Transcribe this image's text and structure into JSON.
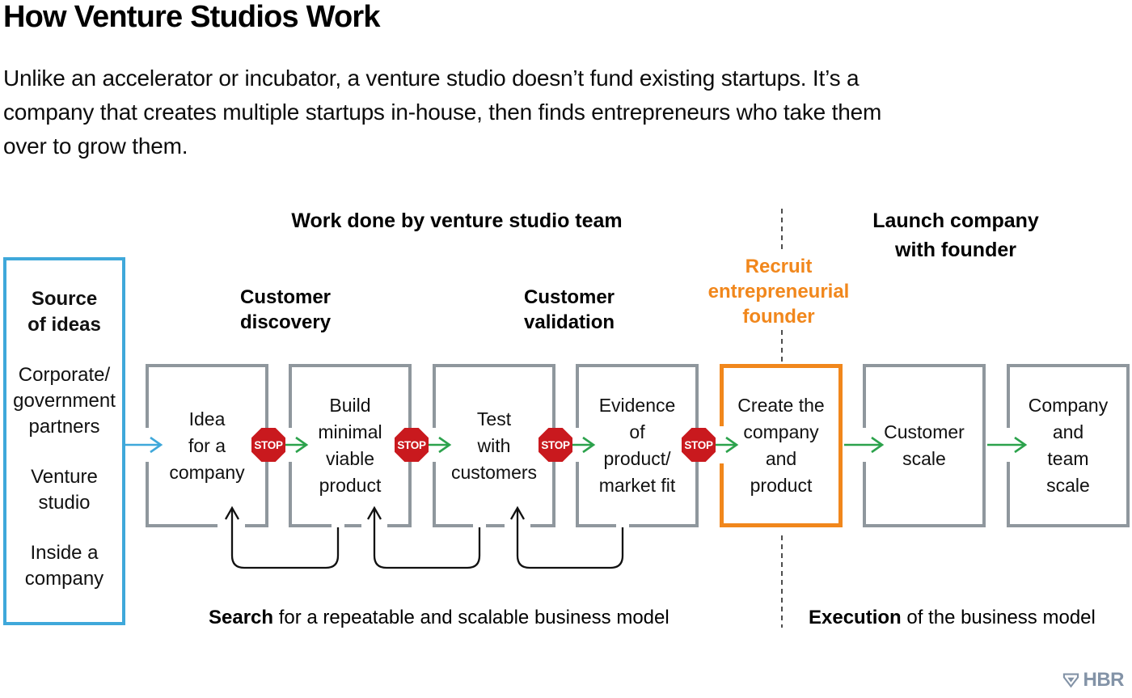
{
  "title": "How Venture Studios Work",
  "subtitle": "Unlike an accelerator or incubator, a venture studio doesn’t fund existing startups. It’s a\ncompany that creates multiple startups in-house, then finds entrepreneurs who take them\nover to grow them.",
  "sections": {
    "left_header": "Work done by venture studio team",
    "right_header": "Launch company\nwith founder"
  },
  "phase_labels": {
    "customer_discovery": "Customer\ndiscovery",
    "customer_validation": "Customer\nvalidation",
    "recruit_founder": "Recruit\nentrepreneurial\nfounder"
  },
  "source_box": {
    "heading": "Source\nof ideas",
    "items": [
      "Corporate/\ngovernment\npartners",
      "Venture\nstudio",
      "Inside a\ncompany"
    ]
  },
  "flow": {
    "stop_label": "STOP",
    "boxes": [
      {
        "label": "Idea\nfor a\ncompany"
      },
      {
        "label": "Build\nminimal\nviable\nproduct"
      },
      {
        "label": "Test\nwith\ncustomers"
      },
      {
        "label": "Evidence\nof\nproduct/\nmarket fit"
      },
      {
        "label": "Create the\ncompany\nand\nproduct"
      },
      {
        "label": "Customer\nscale"
      },
      {
        "label": "Company\nand\nteam\nscale"
      }
    ]
  },
  "captions": {
    "search_bold": "Search",
    "search_rest": " for a repeatable and scalable business model",
    "execution_bold": "Execution",
    "execution_rest": " of the business model"
  },
  "logo": {
    "text": "HBR"
  },
  "colors": {
    "blue": "#3FA8DA",
    "orange": "#F1871C",
    "green": "#2CA24C",
    "red": "#C9191E",
    "gray_border": "#8F979D",
    "logo": "#8393A7"
  }
}
